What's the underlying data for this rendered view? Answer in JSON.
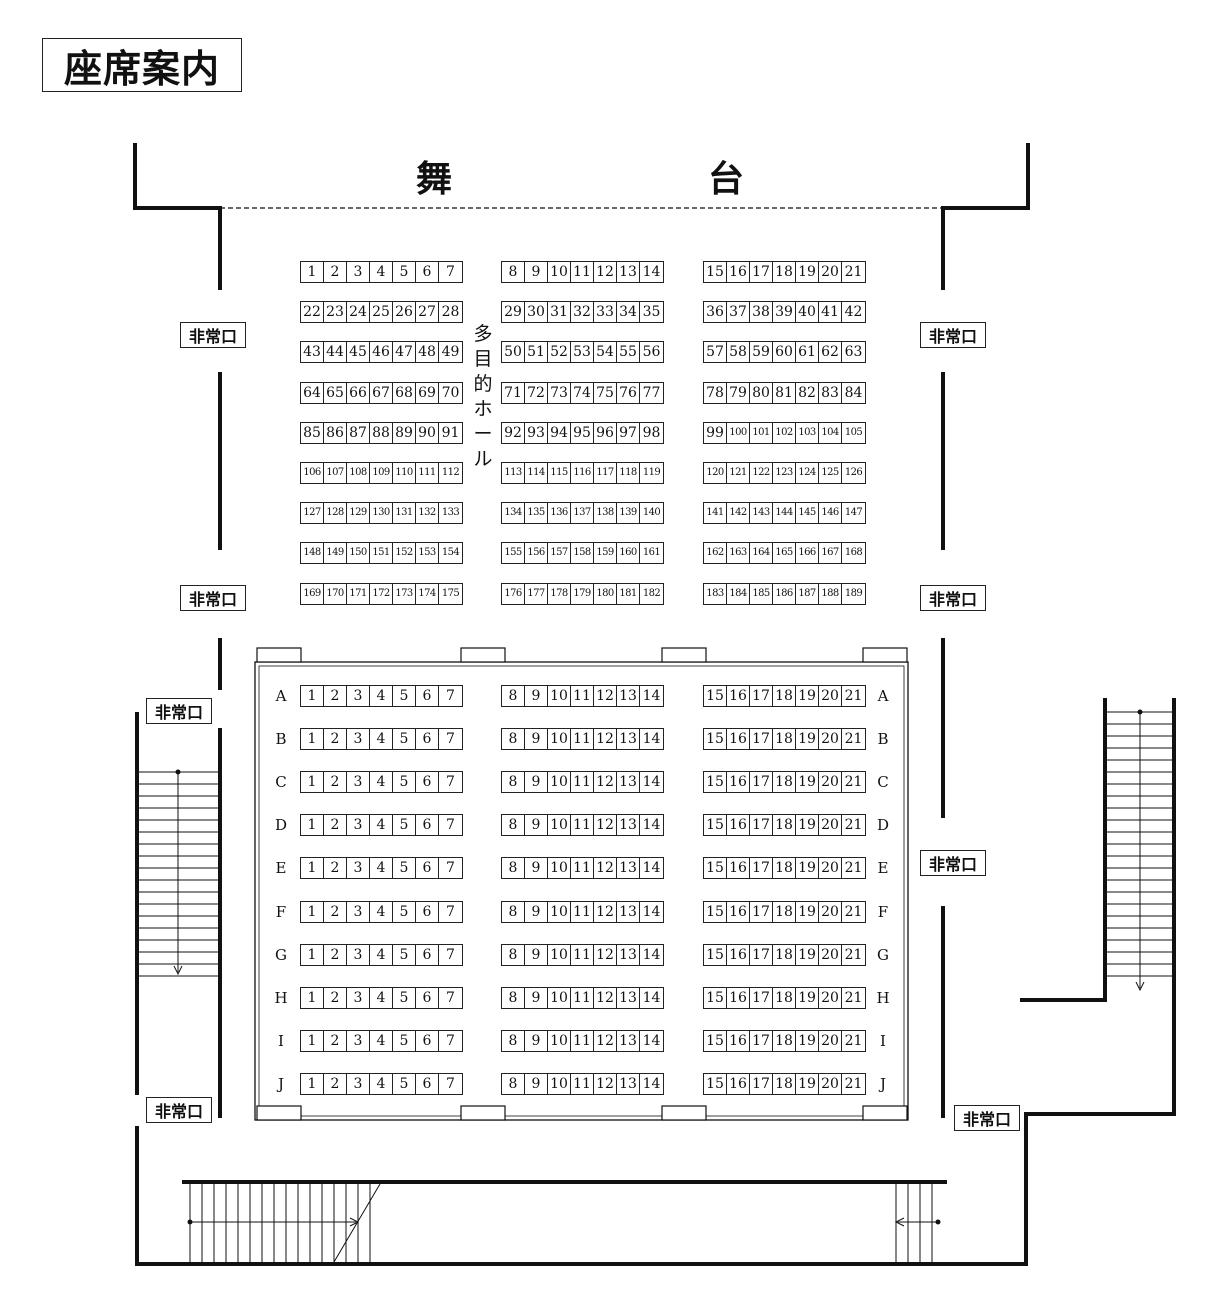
{
  "title": "座席案内",
  "stage_label": "舞　台",
  "hall_label": [
    "多",
    "目",
    "的",
    "ホ",
    "ー",
    "ル"
  ],
  "exit_label": "非常口",
  "exits": [
    {
      "id": "exit-upper-left-1"
    },
    {
      "id": "exit-upper-right-1"
    },
    {
      "id": "exit-upper-left-2"
    },
    {
      "id": "exit-upper-right-2"
    },
    {
      "id": "exit-lower-left-1"
    },
    {
      "id": "exit-lower-right-1"
    },
    {
      "id": "exit-lower-left-2"
    },
    {
      "id": "exit-lower-right-2"
    }
  ],
  "upper_section": {
    "rows": [
      [
        [
          1,
          2,
          3,
          4,
          5,
          6,
          7
        ],
        [
          8,
          9,
          10,
          11,
          12,
          13,
          14
        ],
        [
          15,
          16,
          17,
          18,
          19,
          20,
          21
        ]
      ],
      [
        [
          22,
          23,
          24,
          25,
          26,
          27,
          28
        ],
        [
          29,
          30,
          31,
          32,
          33,
          34,
          35
        ],
        [
          36,
          37,
          38,
          39,
          40,
          41,
          42
        ]
      ],
      [
        [
          43,
          44,
          45,
          46,
          47,
          48,
          49
        ],
        [
          50,
          51,
          52,
          53,
          54,
          55,
          56
        ],
        [
          57,
          58,
          59,
          60,
          61,
          62,
          63
        ]
      ],
      [
        [
          64,
          65,
          66,
          67,
          68,
          69,
          70
        ],
        [
          71,
          72,
          73,
          74,
          75,
          76,
          77
        ],
        [
          78,
          79,
          80,
          81,
          82,
          83,
          84
        ]
      ],
      [
        [
          85,
          86,
          87,
          88,
          89,
          90,
          91
        ],
        [
          92,
          93,
          94,
          95,
          96,
          97,
          98
        ],
        [
          99,
          100,
          101,
          102,
          103,
          104,
          105
        ]
      ],
      [
        [
          106,
          107,
          108,
          109,
          110,
          111,
          112
        ],
        [
          113,
          114,
          115,
          116,
          117,
          118,
          119
        ],
        [
          120,
          121,
          122,
          123,
          124,
          125,
          126
        ]
      ],
      [
        [
          127,
          128,
          129,
          130,
          131,
          132,
          133
        ],
        [
          134,
          135,
          136,
          137,
          138,
          139,
          140
        ],
        [
          141,
          142,
          143,
          144,
          145,
          146,
          147
        ]
      ],
      [
        [
          148,
          149,
          150,
          151,
          152,
          153,
          154
        ],
        [
          155,
          156,
          157,
          158,
          159,
          160,
          161
        ],
        [
          162,
          163,
          164,
          165,
          166,
          167,
          168
        ]
      ],
      [
        [
          169,
          170,
          171,
          172,
          173,
          174,
          175
        ],
        [
          176,
          177,
          178,
          179,
          180,
          181,
          182
        ],
        [
          183,
          184,
          185,
          186,
          187,
          188,
          189
        ]
      ]
    ]
  },
  "lower_section": {
    "row_labels": [
      "A",
      "B",
      "C",
      "D",
      "E",
      "F",
      "G",
      "H",
      "I",
      "J"
    ],
    "blocks": [
      [
        1,
        2,
        3,
        4,
        5,
        6,
        7
      ],
      [
        8,
        9,
        10,
        11,
        12,
        13,
        14
      ],
      [
        15,
        16,
        17,
        18,
        19,
        20,
        21
      ]
    ]
  }
}
